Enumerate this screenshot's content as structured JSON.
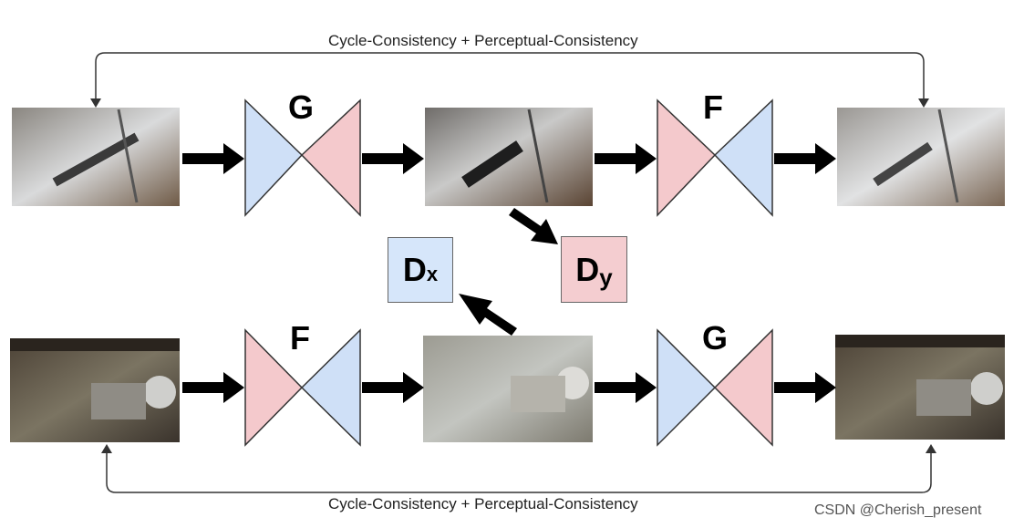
{
  "top_caption": "Cycle-Consistency + Perceptual-Consistency",
  "bottom_caption": "Cycle-Consistency + Perceptual-Consistency",
  "top_row": {
    "gen1": "G",
    "gen2": "F"
  },
  "bottom_row": {
    "gen1": "F",
    "gen2": "G"
  },
  "disc_x": {
    "main": "D",
    "sub": "x"
  },
  "disc_y": {
    "main": "D",
    "sub": "y"
  },
  "watermark": "CSDN @Cherish_present",
  "colors": {
    "blue": "#cfe0f7",
    "pink": "#f4c9cc",
    "dx_box": "#d6e6fa",
    "dy_box": "#f4cdd0"
  }
}
